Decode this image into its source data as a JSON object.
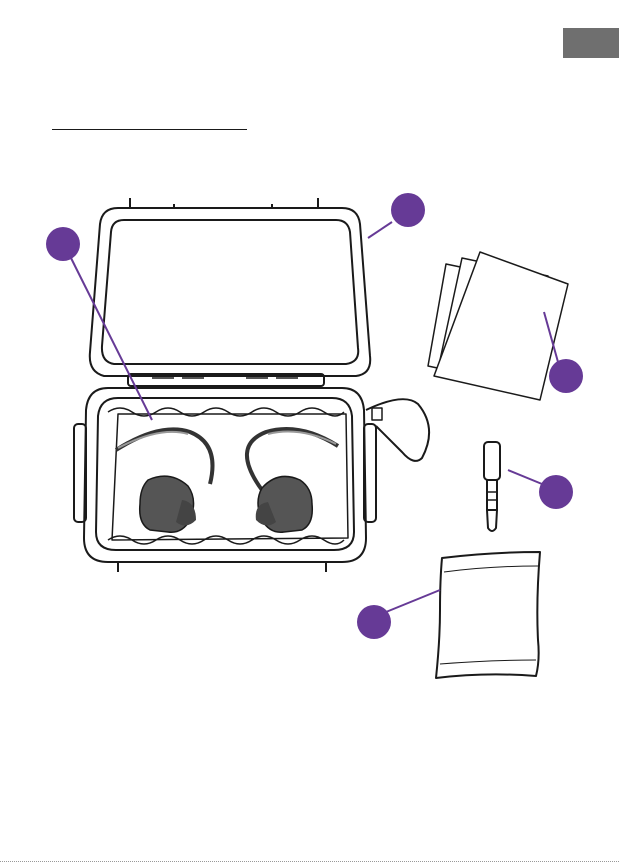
{
  "colors": {
    "callout": "#663a96",
    "ink": "#1a1a1a",
    "tab": "#6f6f6f",
    "earpiece": "#555555"
  },
  "callouts": [
    {
      "id": "callout-case-foam"
    },
    {
      "id": "callout-case-lid"
    },
    {
      "id": "callout-cleaning-cards"
    },
    {
      "id": "callout-adapter"
    },
    {
      "id": "callout-pouch"
    }
  ],
  "icons": [
    "case-illustration",
    "earphones-illustration",
    "cleaning-cards-illustration",
    "audio-adapter-illustration",
    "pouch-illustration"
  ]
}
